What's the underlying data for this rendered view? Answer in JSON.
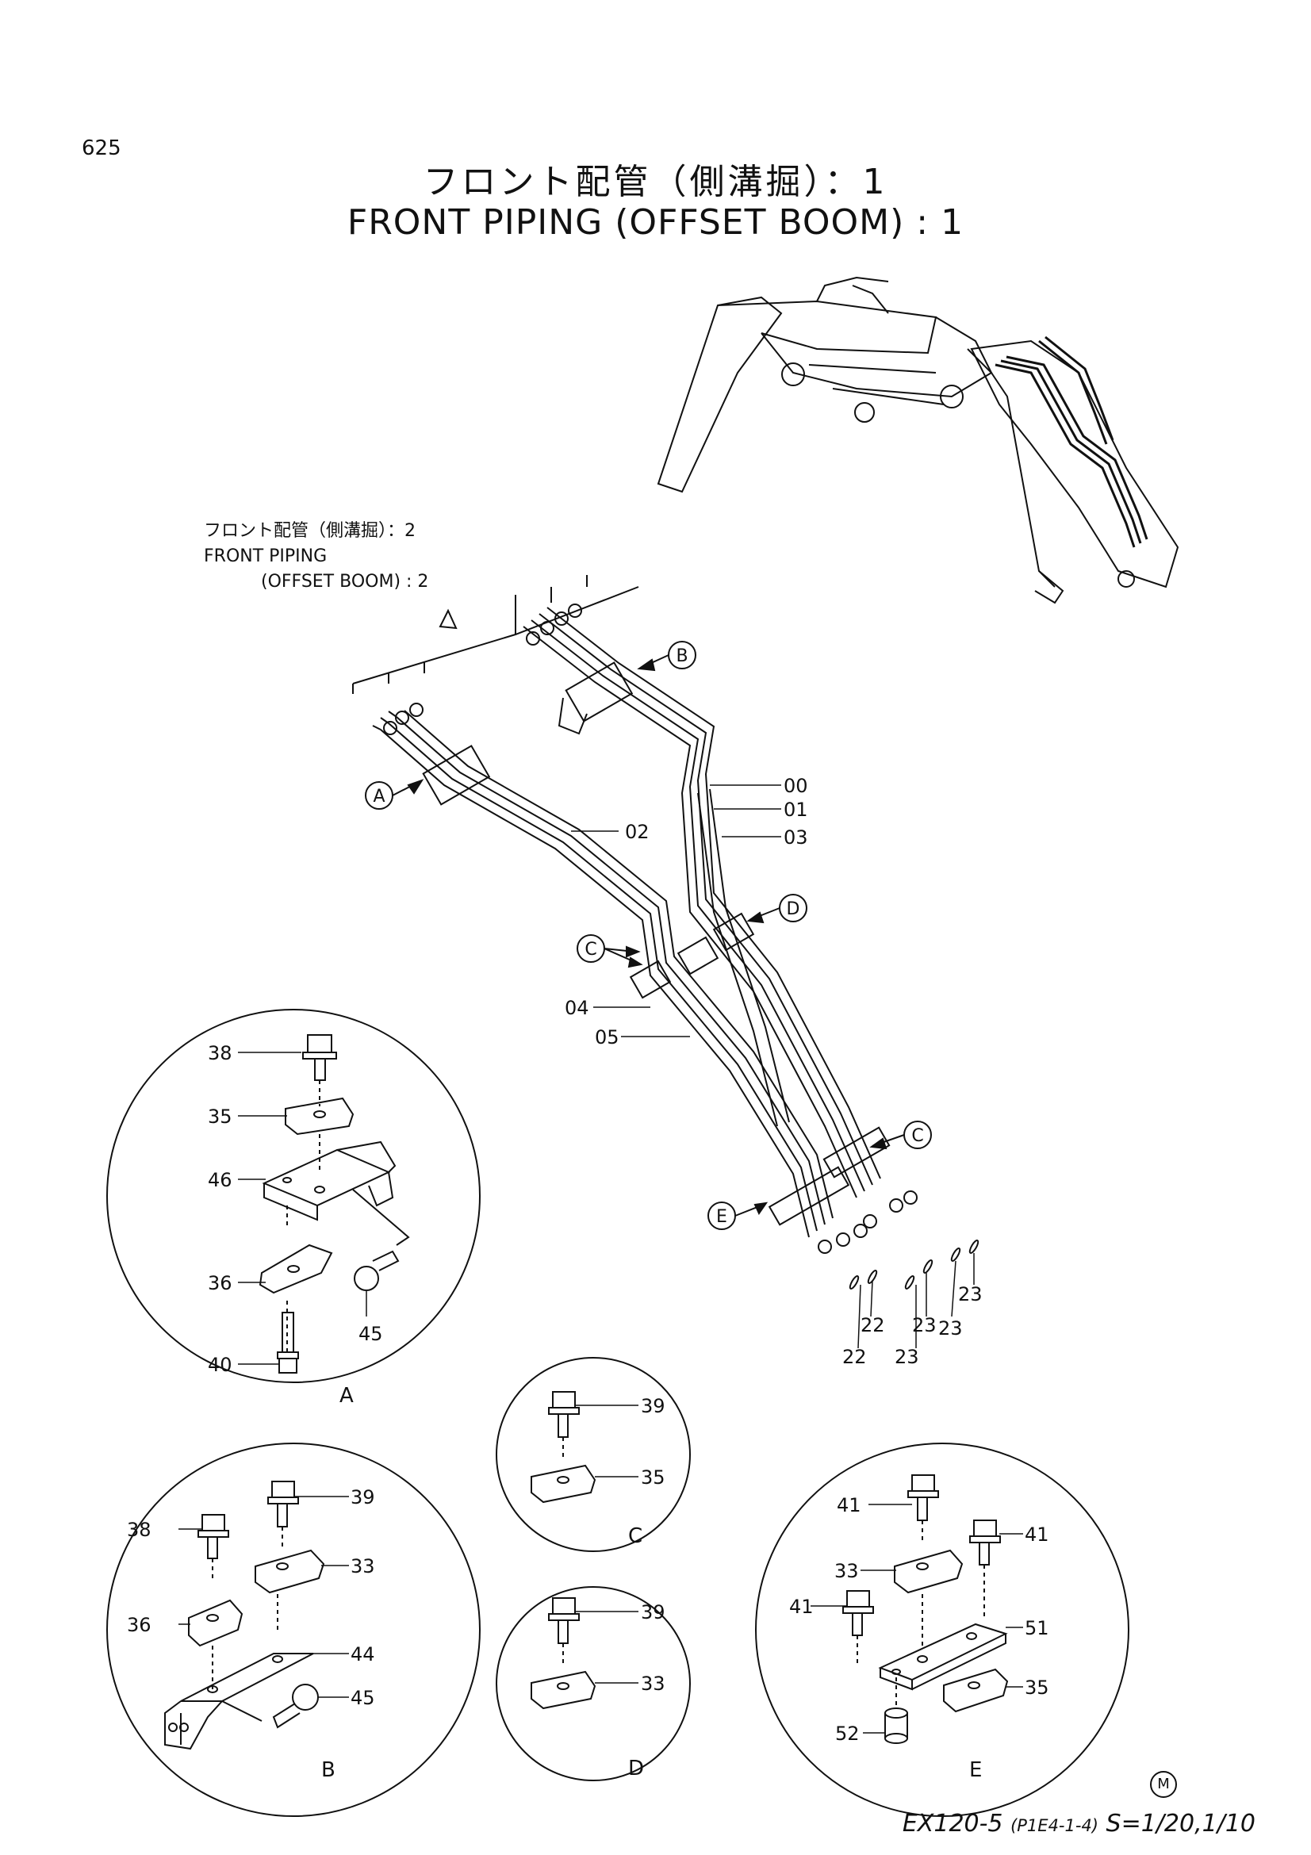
{
  "page_number": "625",
  "title": {
    "jp": "フロント配管（側溝掘）：1",
    "en": "FRONT PIPING (OFFSET BOOM) : 1"
  },
  "reference_note": {
    "jp": "フロント配管（側溝掘）：2",
    "en_line1": "FRONT PIPING",
    "en_line2": "(OFFSET BOOM) : 2"
  },
  "callouts": {
    "A": "A",
    "B": "B",
    "C": "C",
    "D": "D",
    "E": "E"
  },
  "main_part_labels": {
    "p00": "00",
    "p01": "01",
    "p02": "02",
    "p03": "03",
    "p04": "04",
    "p05": "05",
    "p22a": "22",
    "p22b": "22",
    "p23a": "23",
    "p23b": "23",
    "p23c": "23",
    "p23d": "23"
  },
  "detail_A": {
    "title": "A",
    "labels": [
      "38",
      "35",
      "46",
      "36",
      "40",
      "45"
    ]
  },
  "detail_B": {
    "title": "B",
    "labels": [
      "39",
      "38",
      "33",
      "36",
      "44",
      "45"
    ]
  },
  "detail_C": {
    "title": "C",
    "labels": [
      "39",
      "35"
    ]
  },
  "detail_D": {
    "title": "D",
    "labels": [
      "39",
      "33"
    ]
  },
  "detail_E": {
    "title": "E",
    "labels": [
      "41",
      "41",
      "33",
      "41",
      "51",
      "35",
      "52"
    ]
  },
  "mark": "M",
  "footer": {
    "model": "EX120-5",
    "code": "(P1E4-1-4)",
    "scale": "S=1/20,1/10"
  }
}
